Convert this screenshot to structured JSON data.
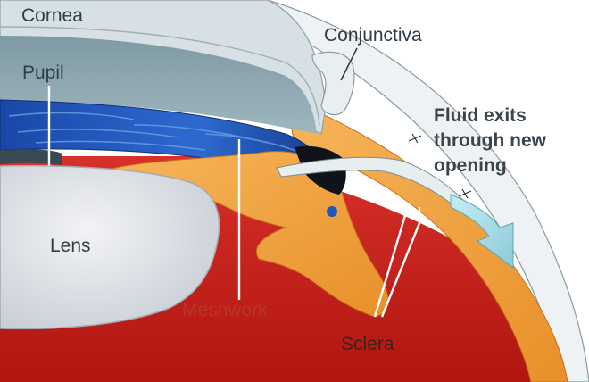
{
  "labels": {
    "cornea": "Cornea",
    "pupil": "Pupil",
    "lens": "Lens",
    "conjunctiva": "Conjunctiva",
    "meshwork": "Meshwork",
    "sclera": "Sclera",
    "fluid_line1": "Fluid exits",
    "fluid_line2": "through new",
    "fluid_line3": "opening"
  },
  "colors": {
    "dark_label": "#2f3d45",
    "meshwork_label": "#b8342a",
    "sclera_label": "#3a2418",
    "iris": "#1f57b8",
    "sclera": "#f2a23a",
    "interior": "#c8201a",
    "cornea": "#d7e0e4",
    "lens": "#e3e6ea",
    "fluid": "#a9dce6"
  }
}
